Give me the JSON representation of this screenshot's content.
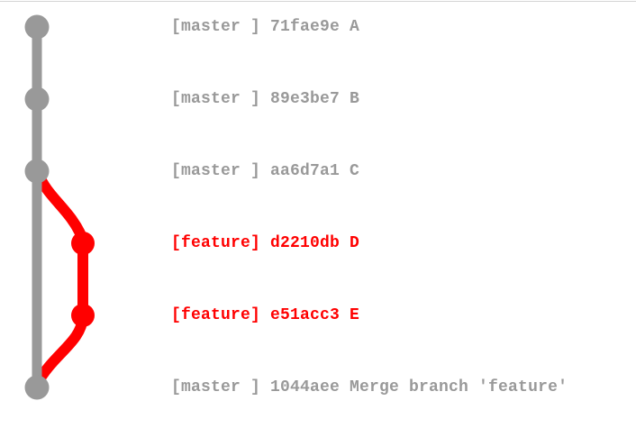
{
  "colors": {
    "master": "#999999",
    "feature": "#ff0000",
    "border": "#d4d4d4",
    "background": "#ffffff"
  },
  "branches": [
    {
      "name": "master"
    },
    {
      "name": "feature"
    }
  ],
  "commits": [
    {
      "branch": "master",
      "tag": "[master ]",
      "hash": "71fae9e",
      "message": "A",
      "label": "[master ] 71fae9e A"
    },
    {
      "branch": "master",
      "tag": "[master ]",
      "hash": "89e3be7",
      "message": "B",
      "label": "[master ] 89e3be7 B"
    },
    {
      "branch": "master",
      "tag": "[master ]",
      "hash": "aa6d7a1",
      "message": "C",
      "label": "[master ] aa6d7a1 C"
    },
    {
      "branch": "feature",
      "tag": "[feature]",
      "hash": "d2210db",
      "message": "D",
      "label": "[feature] d2210db D"
    },
    {
      "branch": "feature",
      "tag": "[feature]",
      "hash": "e51acc3",
      "message": "E",
      "label": "[feature] e51acc3 E"
    },
    {
      "branch": "master",
      "tag": "[master ]",
      "hash": "1044aee",
      "message": "Merge branch 'feature'",
      "label": "[master ] 1044aee Merge branch 'feature'"
    }
  ]
}
